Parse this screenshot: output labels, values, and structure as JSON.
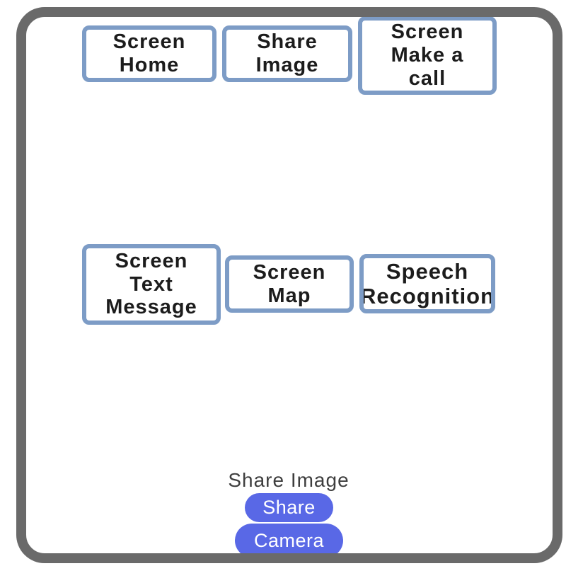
{
  "colors": {
    "frame": "#6a6a6a",
    "tab_border": "#7d9cc6",
    "pill_background": "#5968e6",
    "tab_text": "#1c1c1c",
    "caption_text": "#3e3e3e",
    "pill_text": "#ffffff"
  },
  "nav_buttons": [
    {
      "id": "screen-home",
      "label": "Screen\nHome"
    },
    {
      "id": "share-image",
      "label": "Share\nImage"
    },
    {
      "id": "screen-make-a-call",
      "label": "Screen\nMake a\ncall"
    },
    {
      "id": "screen-text-message",
      "label": "Screen\nText\nMessage"
    },
    {
      "id": "screen-map",
      "label": "Screen\nMap"
    },
    {
      "id": "speech-recognition",
      "label": "Speech\nRecognition"
    }
  ],
  "share_section": {
    "caption": "Share Image",
    "share_button": "Share",
    "camera_button": "Camera"
  }
}
